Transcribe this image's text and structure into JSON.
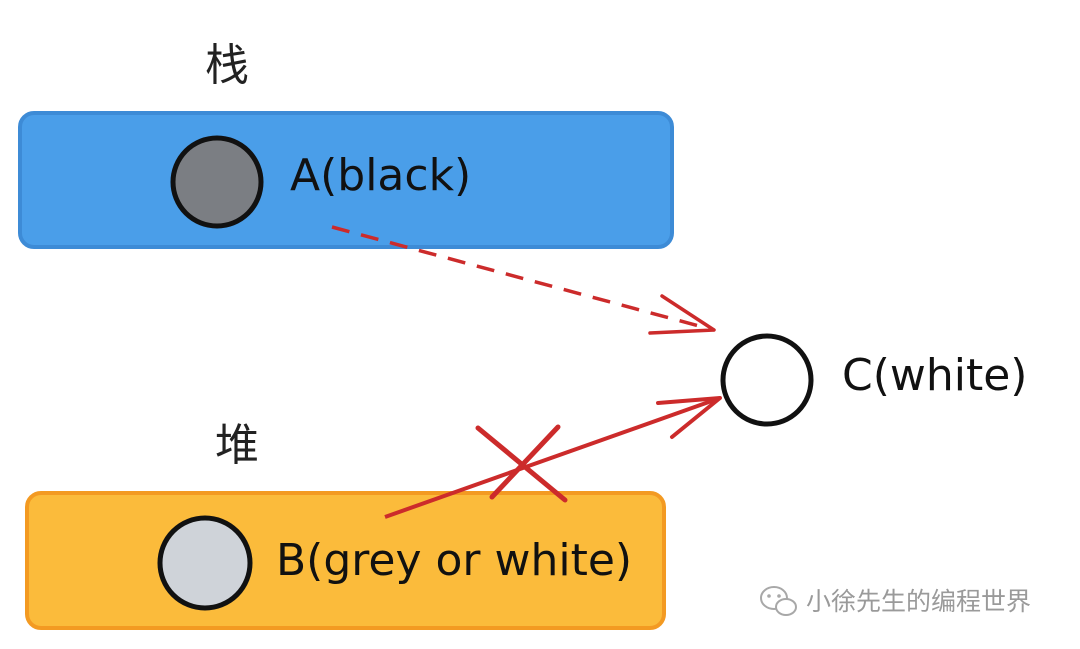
{
  "labels": {
    "stack": "栈",
    "heap": "堆",
    "node_a": "A(black)",
    "node_b": "B(grey or white)",
    "node_c": "C(white)"
  },
  "watermark": {
    "text": "小徐先生的编程世界",
    "icon": "wechat-icon"
  },
  "colors": {
    "stack_fill": "#4a9ee9",
    "heap_fill": "#fbbb3b",
    "node_a_fill": "#7b7e83",
    "node_b_fill": "#cfd3d9",
    "node_c_fill": "#ffffff",
    "arrow": "#cc2b2b"
  }
}
